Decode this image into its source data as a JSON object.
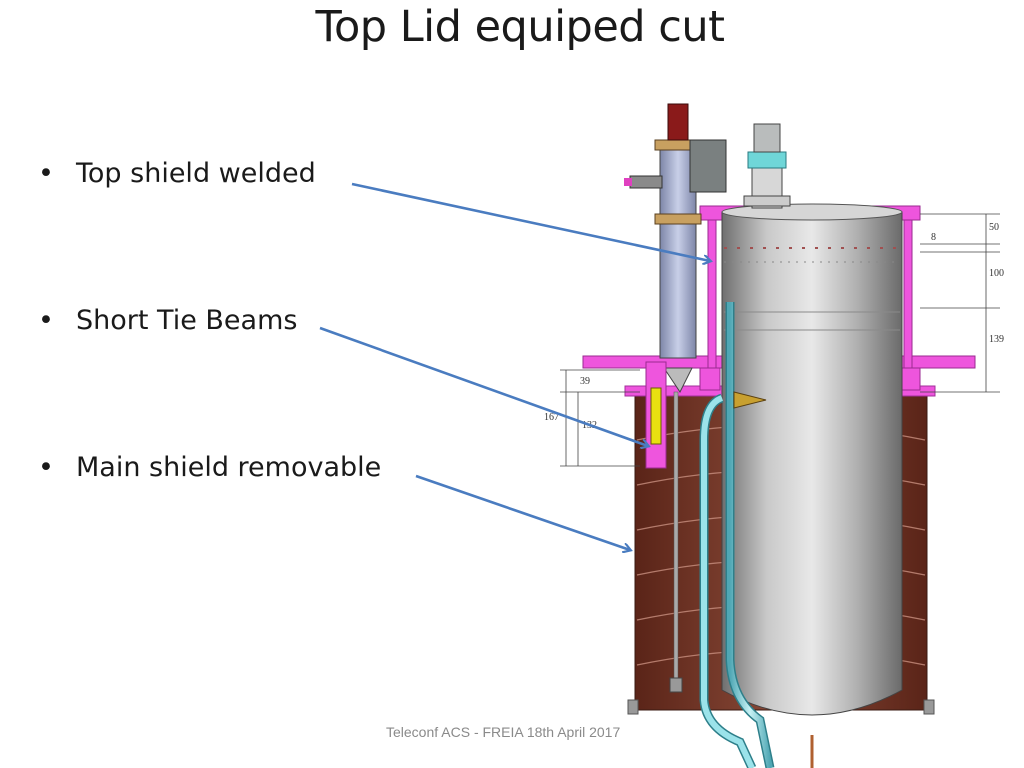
{
  "slide": {
    "title": "Top Lid equiped cut",
    "bullets": [
      {
        "label": "Top shield welded"
      },
      {
        "label": "Short Tie Beams"
      },
      {
        "label": "Main shield removable"
      }
    ],
    "footer": "Teleconf ACS - FREIA 18th April 2017"
  },
  "drawing": {
    "dimensions": [
      "50",
      "8",
      "100",
      "139",
      "39",
      "167",
      "132"
    ],
    "colors": {
      "arrow": "#4a7cc0",
      "shield": "#ee55dd",
      "copper": "#7a3a2c",
      "vessel": "#b8b8b8",
      "pipe": "#8ed8e0",
      "column": "#a9b4d6"
    }
  }
}
